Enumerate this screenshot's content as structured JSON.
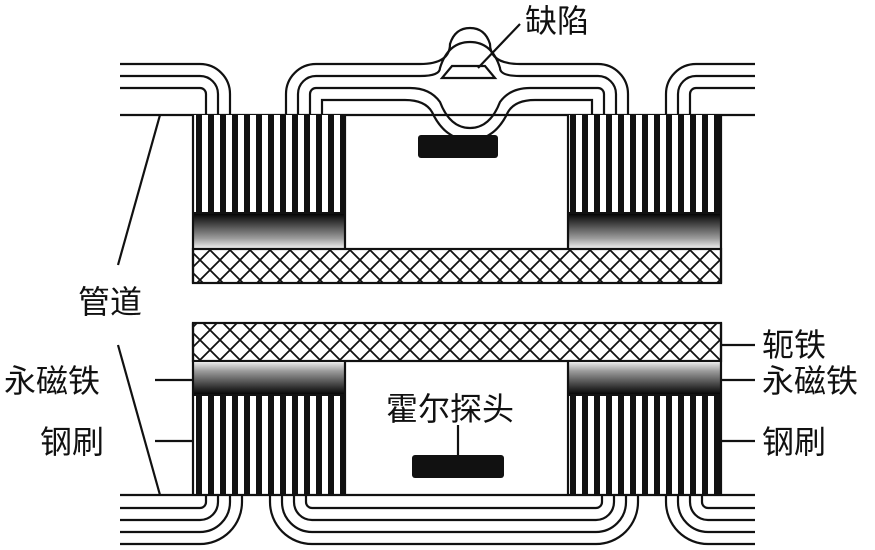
{
  "labels": {
    "defect": "缺陷",
    "pipe": "管道",
    "yoke": "轭铁",
    "magnet_left": "永磁铁",
    "magnet_right": "永磁铁",
    "brush_left": "钢刷",
    "brush_right": "钢刷",
    "hall_probe": "霍尔探头"
  },
  "colors": {
    "ink": "#111111",
    "paper": "#ffffff"
  }
}
